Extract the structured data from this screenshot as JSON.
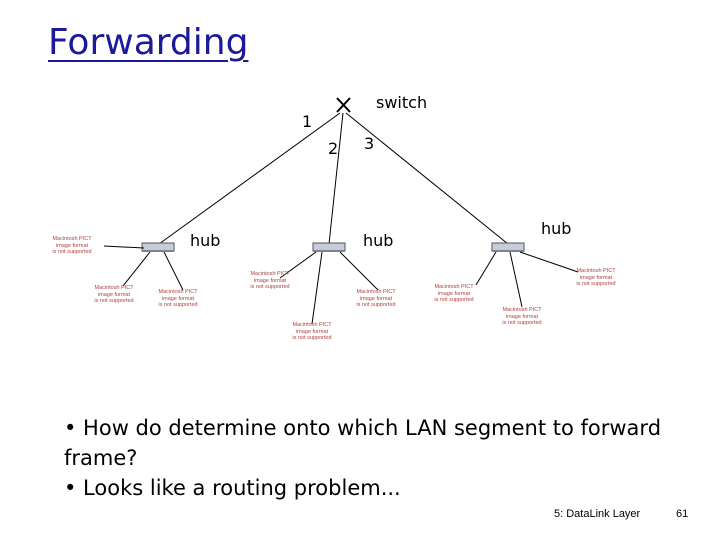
{
  "title": "Forwarding",
  "switch": {
    "label": "switch",
    "ports": [
      "1",
      "2",
      "3"
    ]
  },
  "hubs": [
    {
      "label": "hub"
    },
    {
      "label": "hub"
    },
    {
      "label": "hub"
    }
  ],
  "host_placeholder": [
    "Macintosh PICT",
    "image format",
    "is not supported"
  ],
  "bullets": [
    "• How do determine onto which LAN segment to forward frame?",
    "• Looks like a routing problem..."
  ],
  "footer": {
    "left": "5: DataLink Layer",
    "page": "61"
  },
  "colors": {
    "title": "#1a1a9a",
    "hub_fill": "#c7ccd8",
    "placeholder_text": "#b04040"
  }
}
